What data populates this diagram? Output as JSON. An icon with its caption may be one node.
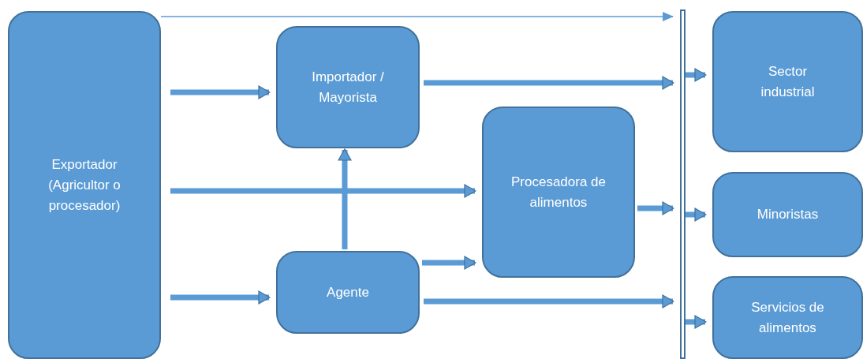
{
  "diagram": {
    "nodes": [
      {
        "text": [
          "Exportador (Agricultor o procesador)"
        ]
      },
      {
        "text": [
          "Importador / Mayorista"
        ]
      },
      {
        "text": [
          "Procesadora de alimentos"
        ]
      },
      {
        "text": [
          "Agente"
        ]
      },
      {
        "text": [],
        "shape": "bar"
      },
      {
        "text": [
          "Sector industrial"
        ]
      },
      {
        "text": [
          "Minoristas"
        ]
      },
      {
        "text": [
          "Servicios de alimentos"
        ]
      }
    ],
    "edges": [
      {
        "from": 0,
        "to": 1,
        "arrow": "to"
      },
      {
        "from": 0,
        "to": 2,
        "arrow": "to"
      },
      {
        "from": 0,
        "to": 3,
        "arrow": "to"
      },
      {
        "from": 0,
        "to": 4,
        "arrow": "to"
      },
      {
        "from": 1,
        "to": 4,
        "arrow": "to"
      },
      {
        "from": 2,
        "to": 4,
        "arrow": "to"
      },
      {
        "from": 3,
        "to": 2,
        "arrow": "to"
      },
      {
        "from": 3,
        "to": 1,
        "arrow": "to"
      },
      {
        "from": 3,
        "to": 4,
        "arrow": "to"
      },
      {
        "from": 4,
        "to": 5,
        "arrow": "to"
      },
      {
        "from": 4,
        "to": 6,
        "arrow": "to"
      },
      {
        "from": 4,
        "to": 7,
        "arrow": "to"
      }
    ]
  }
}
